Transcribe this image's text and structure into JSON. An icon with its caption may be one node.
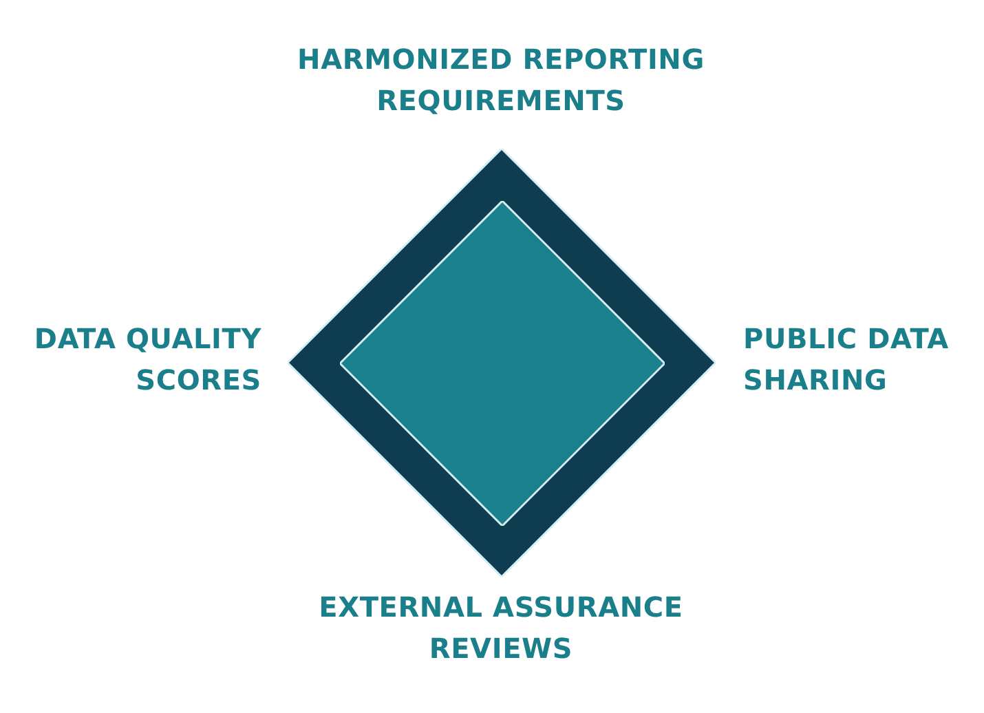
{
  "diagram": {
    "nodes": [
      {
        "text": [],
        "shape": "diamond"
      },
      {
        "text": [],
        "shape": "diamond",
        "in": 0
      }
    ],
    "labels": [
      "HARMONIZED REPORTING REQUIREMENTS",
      "DATA QUALITY SCORES",
      "PUBLIC DATA SHARING",
      "EXTERNAL ASSURANCE REVIEWS"
    ]
  }
}
